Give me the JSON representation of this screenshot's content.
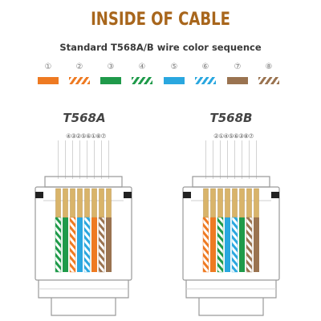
{
  "header": {
    "title": "INSIDE OF CABLE",
    "subtitle": "Standard T568A/B wire color sequence"
  },
  "legend": [
    {
      "num": "①",
      "color": "#ee7a22",
      "striped": false
    },
    {
      "num": "②",
      "color": "#ee7a22",
      "striped": true
    },
    {
      "num": "③",
      "color": "#1f9a4a",
      "striped": false
    },
    {
      "num": "④",
      "color": "#1f9a4a",
      "striped": true
    },
    {
      "num": "⑤",
      "color": "#2aa7df",
      "striped": false
    },
    {
      "num": "⑥",
      "color": "#2aa7df",
      "striped": true
    },
    {
      "num": "⑦",
      "color": "#9a7350",
      "striped": false
    },
    {
      "num": "⑧",
      "color": "#9a7350",
      "striped": true
    }
  ],
  "connectors": [
    {
      "label": "T568A",
      "pin_order_text": "④③②⑤⑥①⑧⑦",
      "wires": [
        {
          "color": "#1f9a4a",
          "striped": true
        },
        {
          "color": "#1f9a4a",
          "striped": false
        },
        {
          "color": "#ee7a22",
          "striped": true
        },
        {
          "color": "#2aa7df",
          "striped": false
        },
        {
          "color": "#2aa7df",
          "striped": true
        },
        {
          "color": "#ee7a22",
          "striped": false
        },
        {
          "color": "#9a7350",
          "striped": true
        },
        {
          "color": "#9a7350",
          "striped": false
        }
      ]
    },
    {
      "label": "T568B",
      "pin_order_text": "②①④⑤⑥③⑧⑦",
      "wires": [
        {
          "color": "#ee7a22",
          "striped": true
        },
        {
          "color": "#ee7a22",
          "striped": false
        },
        {
          "color": "#1f9a4a",
          "striped": true
        },
        {
          "color": "#2aa7df",
          "striped": false
        },
        {
          "color": "#2aa7df",
          "striped": true
        },
        {
          "color": "#1f9a4a",
          "striped": false
        },
        {
          "color": "#9a7350",
          "striped": true
        },
        {
          "color": "#9a7350",
          "striped": false
        }
      ]
    }
  ],
  "colors": {
    "title": "#a8661c",
    "gold_contact": "#d9b46a",
    "plug_outline": "#9a9a9a"
  }
}
